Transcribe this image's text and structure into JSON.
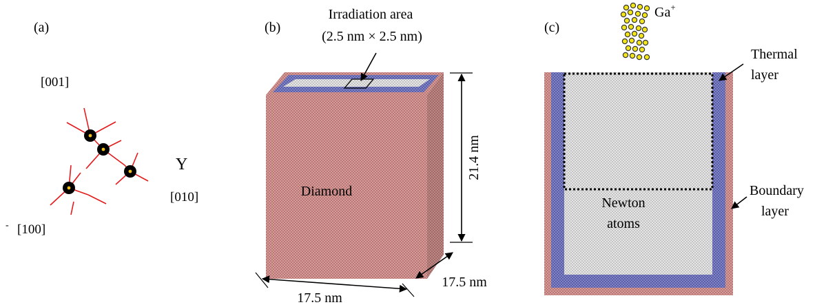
{
  "panel_a": {
    "label": "(a)",
    "dir_z": "[001]",
    "axis_y": "Y",
    "dir_y": "[010]",
    "dir_x": "[100]",
    "dir_x_bar": "-"
  },
  "panel_b": {
    "label": "(b)",
    "irradiation_title": "Irradiation area",
    "irradiation_size": "(2.5 nm × 2.5 nm)",
    "material": "Diamond",
    "height": "21.4 nm",
    "width": "17.5 nm",
    "depth": "17.5 nm"
  },
  "panel_c": {
    "label": "(c)",
    "ion": "Ga",
    "ion_charge": "+",
    "thermal_1": "Thermal",
    "thermal_2": "layer",
    "boundary_1": "Boundary",
    "boundary_2": "layer",
    "newton_1": "Newton",
    "newton_2": "atoms"
  },
  "colors": {
    "boundary": "#c98784",
    "thermal": "#6f72b8",
    "newton": "#cfcfcf",
    "bond": "#e41a1c",
    "ion": "#f2e51a"
  }
}
